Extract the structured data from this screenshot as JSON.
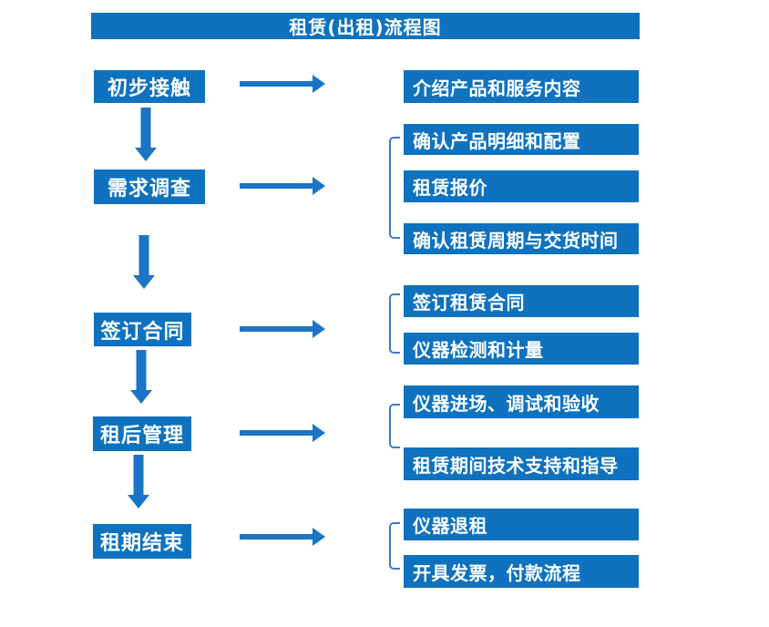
{
  "title": "租赁(出租)流程图",
  "colors": {
    "box_fill": "#0e72bf",
    "arrow": "#1b74c5",
    "bracket": "#3b7cc0",
    "text": "#ffffff",
    "background": "#ffffff"
  },
  "stages": [
    {
      "label": "初步接触",
      "outputs": [
        "介绍产品和服务内容"
      ]
    },
    {
      "label": "需求调查",
      "outputs": [
        "确认产品明细和配置",
        "租赁报价",
        "确认租赁周期与交货时间"
      ]
    },
    {
      "label": "签订合同",
      "outputs": [
        "签订租赁合同",
        "仪器检测和计量"
      ]
    },
    {
      "label": "租后管理",
      "outputs": [
        "仪器进场、调试和验收",
        "租赁期间技术支持和指导"
      ]
    },
    {
      "label": "租期结束",
      "outputs": [
        "仪器退租",
        "开具发票，付款流程"
      ]
    }
  ]
}
